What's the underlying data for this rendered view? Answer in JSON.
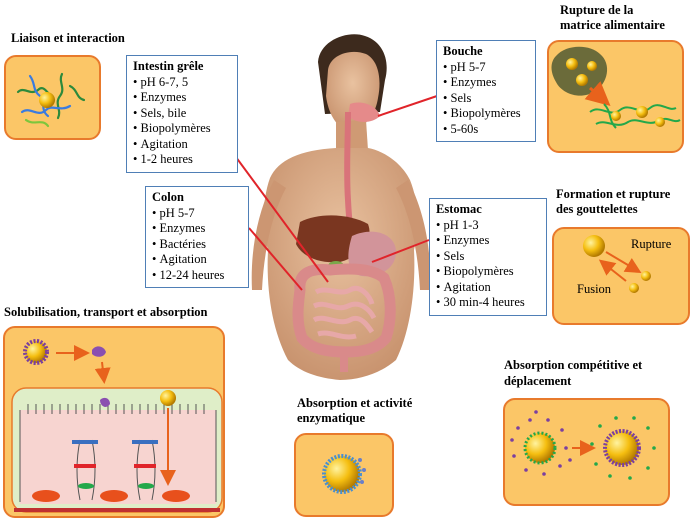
{
  "headings": {
    "liaison": "Liaison et interaction",
    "rupture_matrice_1": "Rupture de la",
    "rupture_matrice_2": "matrice alimentaire",
    "formation_1": "Formation et rupture",
    "formation_2": "des gouttelettes",
    "solubilisation": "Solubilisation, transport et absorption",
    "absorption_enz_1": "Absorption et activité",
    "absorption_enz_2": "enzymatique",
    "absorption_comp_1": "Absorption compétitive et",
    "absorption_comp_2": "déplacement"
  },
  "boxes": {
    "intestin": {
      "title": "Intestin grêle",
      "items": [
        "pH 6-7, 5",
        "Enzymes",
        "Sels, bile",
        "Biopolymères",
        "Agitation",
        "1-2 heures"
      ]
    },
    "colon": {
      "title": "Colon",
      "items": [
        "pH 5-7",
        "Enzymes",
        "Bactéries",
        "Agitation",
        "12-24 heures"
      ]
    },
    "bouche": {
      "title": "Bouche",
      "items": [
        "pH 5-7",
        "Enzymes",
        "Sels",
        "Biopolymères",
        "5-60s"
      ]
    },
    "estomac": {
      "title": "Estomac",
      "items": [
        "pH 1-3",
        "Enzymes",
        "Sels",
        "Biopolymères",
        "Agitation",
        "30 min-4 heures"
      ]
    }
  },
  "labels": {
    "rupture": "Rupture",
    "fusion": "Fusion"
  },
  "colors": {
    "panel_fill": "#fbc667",
    "panel_border": "#e87a2c",
    "box_border": "#4f7fb6",
    "connector": "#e0242a",
    "droplet": "#f3b400",
    "arrow": "#e8621c"
  }
}
